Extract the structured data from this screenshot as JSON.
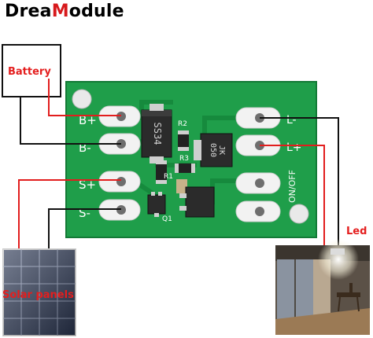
{
  "brand": {
    "part1": "Drea",
    "accent": "M",
    "part2": "odule"
  },
  "labels": {
    "battery": "Battery",
    "led": "Led",
    "solar": "Solar panels"
  },
  "pcb": {
    "pad_labels": [
      "B+",
      "B-",
      "S+",
      "S-"
    ],
    "right_pad_labels": [
      "L-",
      "L+",
      "ON/OFF"
    ],
    "chip_ss34": "SS34",
    "chip_jk": "JK\n050",
    "refs": [
      "R2",
      "R3",
      "R1",
      "Q1"
    ]
  },
  "colors": {
    "pcb": "#1f9e4a",
    "pcb_dark": "#137a36",
    "wire_red": "#e21d1d",
    "wire_black": "#111111",
    "pad": "#f2f2f2"
  }
}
